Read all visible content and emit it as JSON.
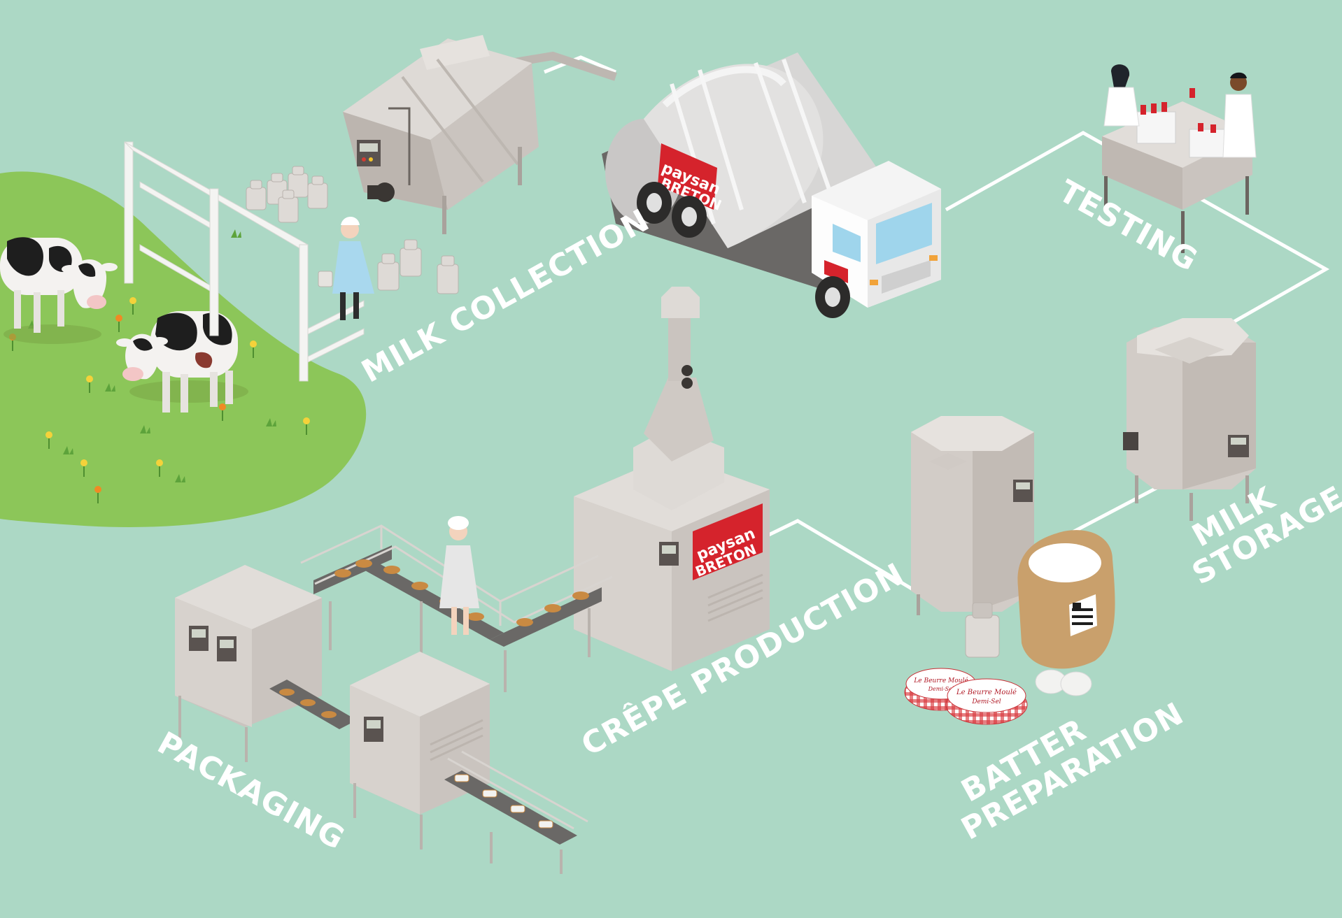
{
  "colors": {
    "background": "#acd8c5",
    "meadow": "#8cc659",
    "machine_light": "#dedad6",
    "machine_mid": "#cac4bf",
    "machine_dark": "#a9a29c",
    "path_line": "#ffffff",
    "brand_red": "#d5232c"
  },
  "steps": {
    "milk_collection": "MILK COLLECTION",
    "testing": "TESTING",
    "milk_storage_1": "MILK",
    "milk_storage_2": "STORAGE",
    "batter_preparation_1": "BATTER",
    "batter_preparation_2": "PREPARATION",
    "crepe_production": "CRÊPE PRODUCTION",
    "packaging": "PACKAGING"
  },
  "brand": {
    "name_line1": "paysan",
    "name_line2": "BRETON"
  },
  "butter_tub": {
    "line1": "Le Beurre Moulé",
    "line2": "Demi-Sel"
  }
}
